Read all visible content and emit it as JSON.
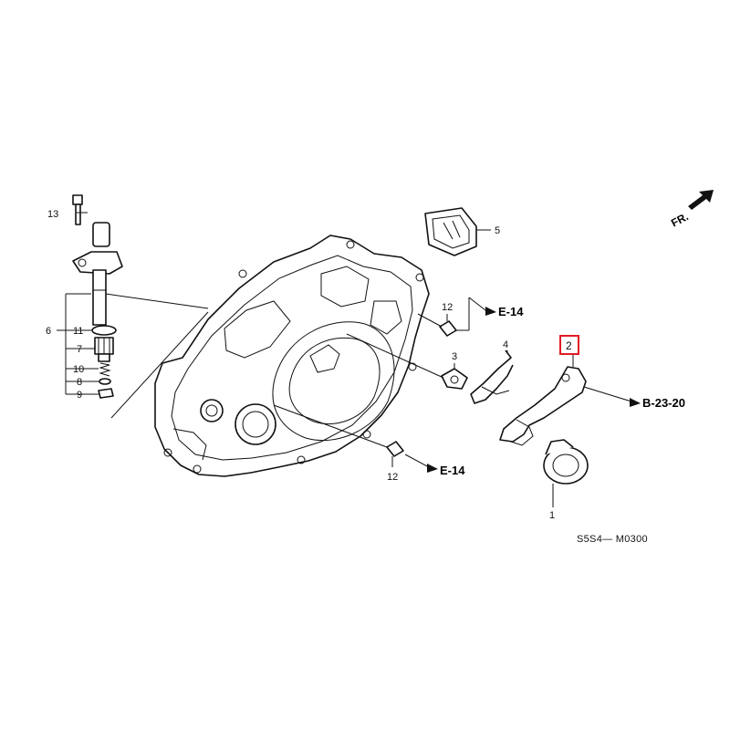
{
  "diagram": {
    "callouts": [
      {
        "id": "1",
        "text": "1"
      },
      {
        "id": "2",
        "text": "2",
        "highlighted": true
      },
      {
        "id": "3",
        "text": "3"
      },
      {
        "id": "4",
        "text": "4"
      },
      {
        "id": "5",
        "text": "5"
      },
      {
        "id": "6",
        "text": "6"
      },
      {
        "id": "7",
        "text": "7"
      },
      {
        "id": "8",
        "text": "8"
      },
      {
        "id": "9",
        "text": "9"
      },
      {
        "id": "10",
        "text": "10"
      },
      {
        "id": "11",
        "text": "11"
      },
      {
        "id": "12a",
        "text": "12"
      },
      {
        "id": "12b",
        "text": "12"
      },
      {
        "id": "13",
        "text": "13"
      }
    ],
    "references": {
      "front": "FR.",
      "e14_upper": "E-14",
      "e14_lower": "E-14",
      "b2320": "B-23-20"
    },
    "diagram_code": "S5S4— M0300",
    "colors": {
      "highlight": "#e01b24",
      "line": "#111111",
      "background": "#ffffff"
    }
  }
}
